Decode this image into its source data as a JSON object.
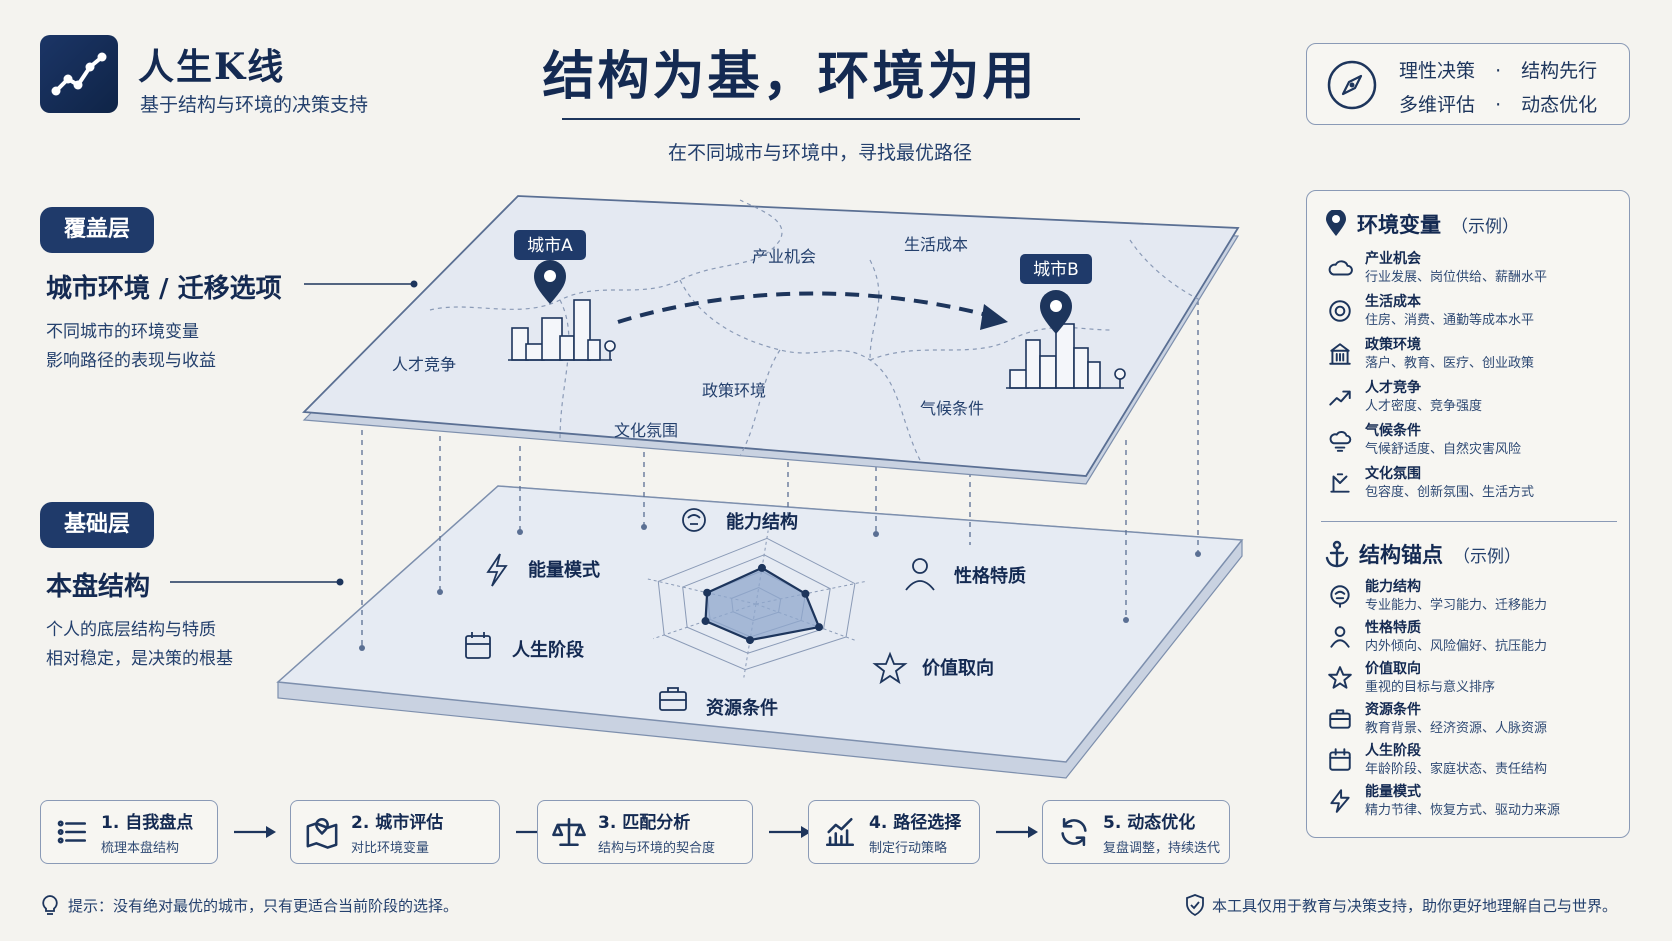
{
  "header": {
    "app_title": "人生K线",
    "app_subtitle": "基于结构与环境的决策支持",
    "main_title": "结构为基，环境为用",
    "subtitle": "在不同城市与环境中，寻找最优路径",
    "principles": [
      "理性决策",
      "·",
      "结构先行",
      "多维评估",
      "·",
      "动态优化"
    ]
  },
  "layers": {
    "overlay": {
      "badge": "覆盖层",
      "title": "城市环境 / 迁移选项",
      "desc": [
        "不同城市的环境变量",
        "影响路径的表现与收益"
      ]
    },
    "base": {
      "badge": "基础层",
      "title": "本盘结构",
      "desc": [
        "个人的底层结构与特质",
        "相对稳定，是决策的根基"
      ]
    }
  },
  "map": {
    "city_a": "城市A",
    "city_b": "城市B",
    "regions": [
      "产业机会",
      "生活成本",
      "人才竞争",
      "政策环境",
      "文化氛围",
      "气候条件"
    ]
  },
  "radar": {
    "axes": [
      "能力结构",
      "性格特质",
      "价值取向",
      "资源条件",
      "人生阶段",
      "能量模式"
    ],
    "values": [
      0.55,
      0.5,
      0.7,
      0.55,
      0.55,
      0.5
    ]
  },
  "sidebar": {
    "env": {
      "title": "环境变量",
      "note": "（示例）",
      "items": [
        {
          "icon": "cloud-icon",
          "name": "产业机会",
          "desc": "行业发展、岗位供给、薪酬水平"
        },
        {
          "icon": "coin-icon",
          "name": "生活成本",
          "desc": "住房、消费、通勤等成本水平"
        },
        {
          "icon": "building-icon",
          "name": "政策环境",
          "desc": "落户、教育、医疗、创业政策"
        },
        {
          "icon": "trend-icon",
          "name": "人才竞争",
          "desc": "人才密度、竞争强度"
        },
        {
          "icon": "weather-icon",
          "name": "气候条件",
          "desc": "气候舒适度、自然灾害风险"
        },
        {
          "icon": "culture-icon",
          "name": "文化氛围",
          "desc": "包容度、创新氛围、生活方式"
        }
      ]
    },
    "anchor": {
      "title": "结构锚点",
      "note": "（示例）",
      "items": [
        {
          "icon": "brain-icon",
          "name": "能力结构",
          "desc": "专业能力、学习能力、迁移能力"
        },
        {
          "icon": "person-icon",
          "name": "性格特质",
          "desc": "内外倾向、风险偏好、抗压能力"
        },
        {
          "icon": "star-icon",
          "name": "价值取向",
          "desc": "重视的目标与意义排序"
        },
        {
          "icon": "briefcase-icon",
          "name": "资源条件",
          "desc": "教育背景、经济资源、人脉资源"
        },
        {
          "icon": "calendar-icon",
          "name": "人生阶段",
          "desc": "年龄阶段、家庭状态、责任结构"
        },
        {
          "icon": "bolt-icon",
          "name": "能量模式",
          "desc": "精力节律、恢复方式、驱动力来源"
        }
      ]
    }
  },
  "steps": [
    {
      "icon": "list-icon",
      "title": "1. 自我盘点",
      "desc": "梳理本盘结构"
    },
    {
      "icon": "map-pin-icon",
      "title": "2. 城市评估",
      "desc": "对比环境变量"
    },
    {
      "icon": "scale-icon",
      "title": "3. 匹配分析",
      "desc": "结构与环境的契合度"
    },
    {
      "icon": "chart-icon",
      "title": "4. 路径选择",
      "desc": "制定行动策略"
    },
    {
      "icon": "refresh-icon",
      "title": "5. 动态优化",
      "desc": "复盘调整，持续迭代"
    }
  ],
  "footer": {
    "tip": "提示：没有绝对最优的城市，只有更适合当前阶段的选择。",
    "disclaimer": "本工具仅用于教育与决策支持，助你更好地理解自己与世界。"
  }
}
